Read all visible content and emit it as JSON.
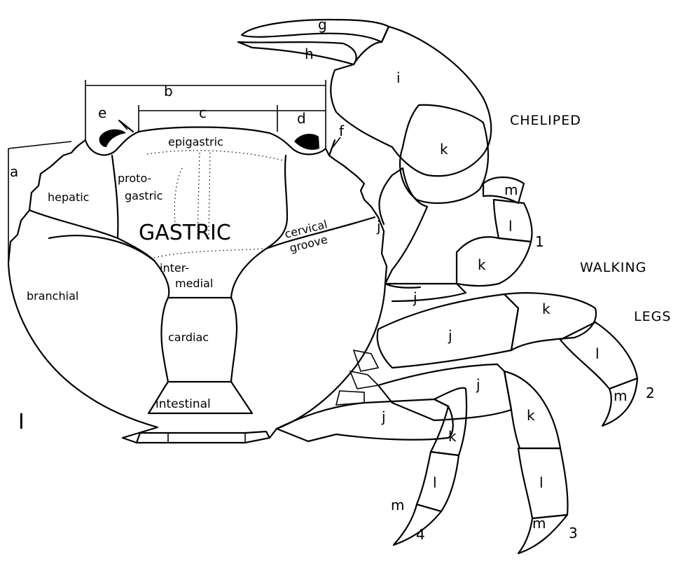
{
  "figure_number": "I",
  "appendage_labels": {
    "cheliped": "CHELIPED",
    "walking": "WALKING",
    "legs": "LEGS"
  },
  "carapace_regions": {
    "epigastric": "epigastric",
    "protogastric_1": "proto-",
    "protogastric_2": "gastric",
    "hepatic": "hepatic",
    "gastric": "GASTRIC",
    "cervical": "cervical",
    "groove": "groove",
    "intermedial_1": "inter-",
    "intermedial_2": "medial",
    "branchial": "branchial",
    "cardiac": "cardiac",
    "intestinal": "intestinal"
  },
  "measurement_letters": {
    "a": "a",
    "b": "b",
    "c": "c",
    "d": "d",
    "e": "e",
    "f": "f"
  },
  "segment_letters": {
    "g": "g",
    "h": "h",
    "i": "i",
    "j": "j",
    "k": "k",
    "l": "l",
    "m": "m"
  },
  "leg_numbers": {
    "leg1": "1",
    "leg2": "2",
    "leg3": "3",
    "leg4": "4"
  }
}
